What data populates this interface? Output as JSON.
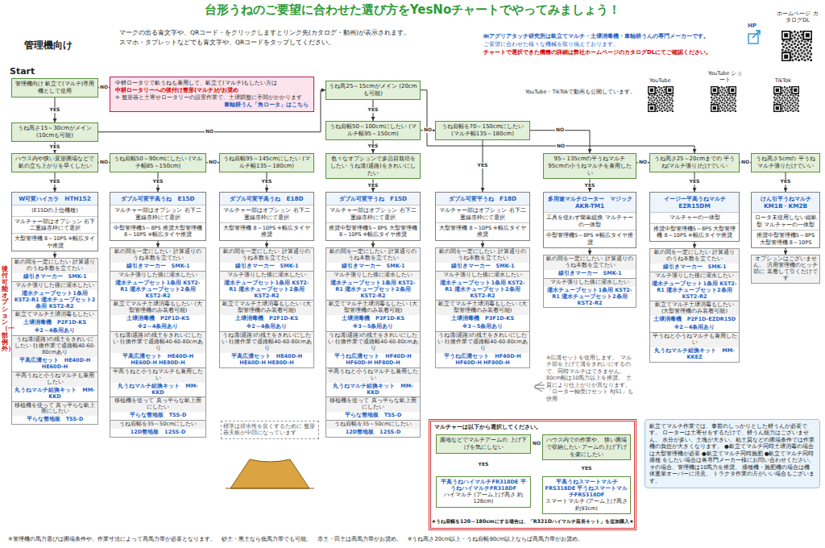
{
  "diagram": {
    "title": "台形うねのご要望に合わせた選び方をYesNoチャートでやってみましょう！",
    "nodes": [
      {
        "text": [
          "管理機向け 畝立て(マルチ)専用機として使用"
        ]
      },
      {
        "text": [
          "中耕ロータリで畝うねも兼用して、畝立て(マルチ)もしたい方は",
          "中耕ロータリーへの後付け整形(マルチ)がお奨め",
          "※ 整形器と土寄せロータリーの設置作業で、土壌調整に手間がかかります",
          "車軸耕うん「角ロータ」はこちら"
        ]
      },
      {
        "text": [
          "うね高25～15cmがメイン (20cmも可能)"
        ]
      },
      {
        "text": [
          "うね高さ15～30cmがメイン (10cmも可能)"
        ]
      },
      {
        "text": [
          "うね肩幅50～100cmにしたい (マルチ幅95～150cm)"
        ]
      },
      {
        "text": [
          "うね肩幅を70～150cmにしたい (マルチ幅135～180cm)"
        ]
      },
      {
        "text": [
          "ハウス内や狭い変形圃場などで 畝の立ち上がりを早くしたい"
        ]
      },
      {
        "text": [
          "うね肩幅50～90cmにしたい (マルチ幅85～150cm)"
        ]
      },
      {
        "text": [
          "うね肩幅95～145cmにしたい (マルチ幅135～180cm)"
        ]
      },
      {
        "text": [
          "色々なオプションで多品目栽培をしたい うね溝(通路)をきれいにしたい"
        ]
      },
      {
        "text": [
          "95～135cmの平うねマルチ 95cmの小うねマルチを兼用したい"
        ]
      },
      {
        "text": [
          "うね高さ25～20cmまでの 平うね(マルチ張り)だけでいい"
        ]
      },
      {
        "text": [
          "うね高さ5cmの 平うねマルチ張りだけでいい"
        ]
      },
      {
        "text": [
          "W可変ハイカラ　HTH152",
          "(E15Dの上位機種)",
          "マルチャー部はオプション 右下二重線赤枠にて選択",
          "大型管理機 8～10PS ※幅広タイヤ推奨"
        ]
      },
      {
        "text": [
          "ダブル可変平高うね　E15D",
          "マルチャー部はオプション 右下二重線赤枠にて選択",
          "中型管理機5～8PS 推奨大型管理機 8～10PS ※幅広タイヤ推奨"
        ]
      },
      {
        "text": [
          "ダブル可変平高うね　E18D",
          "マルチャー部はオプション 右下二重線赤枠にて選択",
          "大型管理機 8～10PS ※幅広タイヤ推奨"
        ]
      },
      {
        "text": [
          "ダブル可変平うね　F15D",
          "マルチャー部はオプション 右下二重線赤枠にて選択",
          "推奨中型管理機5～8PS 大型管理機 8～10PS ※幅広タイヤ推奨"
        ]
      },
      {
        "text": [
          "ダブル可変平うね　F18D",
          "マルチャー部はオプション 右下二重線赤枠にて選択",
          "大型管理機 8～10PS ※幅広タイヤ推奨"
        ]
      },
      {
        "text": [
          "多用途マルチローター　マジック AKR-TM1",
          "工具を使わず簡単組換 マルチャーの一体型",
          "中型管理機5～8PS ※幅広タイヤ推奨"
        ]
      },
      {
        "text": [
          "イージー平高うねマルチ EZR15DM",
          "マルチャーの一体型",
          "推奨中型管理機5～8PS 大型管理機 8～10PS ※幅広タイヤ推奨"
        ]
      },
      {
        "text": [
          "けん引平うねマルチ KM1B・KM2B",
          "ロータ未使用しない縦畝型 マルチャーの一体型",
          "推奨中型管理機5～8PS 大型管理機 8～10PS"
        ]
      },
      {
        "text": [
          "畝の間を一定にしたい 計算通りのうね本数を立てたい",
          "線引きマーカー　SMK-1"
        ]
      },
      {
        "text": [
          "マルチ張りした後に灌水したい",
          "灌水チューブセット1条用 KST2-R1 灌水チューブセット2条用 KST2-R2"
        ]
      },
      {
        "text": [
          "畝立てマルチ土壌消毒もしたい",
          "土壌消毒機　P2F1D-KS",
          "※2～4条用あり"
        ]
      },
      {
        "text": [
          "うね溝(通路)の残土をきれいにしたい 往復作業で通路幅40-60-80cmあり",
          "平高広溝セット　HE40D-H HE60D-H"
        ]
      },
      {
        "text": [
          "平高うねと小うねマルチも兼用したい",
          "丸うねマルチ組換キット　MM-KKD"
        ]
      },
      {
        "text": [
          "移植機を使って 真っ平らな畝上面にしたい",
          "平らな整地板　TSS-D"
        ]
      },
      {
        "text": [
          "畝の間を一定にしたい 計算通りのうね本数を立てたい",
          "線引きマーカー　SMK-1"
        ]
      },
      {
        "text": [
          "マルチ張りした後に灌水したい",
          "灌水チューブセット1条用 KST2-R1 灌水チューブセット2条用 KST2-R2"
        ]
      },
      {
        "text": [
          "畝立てマルチ土壌消毒もしたい (大型管理機のみ装着可能)",
          "土壌消毒機　P2F1D-KS",
          "※2～4条用あり"
        ]
      },
      {
        "text": [
          "うね溝(通路)の残土をきれいにしたい 往復作業で通路幅40-60-80cmあり",
          "平高広溝セット　HE40D-H HE60D-H HE80D-H"
        ]
      },
      {
        "text": [
          "平高うねと小うねマルチも兼用したい",
          "丸うねマルチ組換キット　MM-KKD"
        ]
      },
      {
        "text": [
          "移植機を使って 真っ平らな畝上面にしたい",
          "平らな整地板　TSS-D"
        ]
      },
      {
        "text": [
          "うね肩幅を35～50cmにしたい",
          "12D整地板　12SS-D"
        ]
      },
      {
        "text": [
          "畝の間を一定にしたい 計算通りのうね本数を立てたい",
          "線引きマーカー　SMK-1"
        ]
      },
      {
        "text": [
          "マルチ張りした後に灌水したい",
          "灌水チューブセット1条用 KST2-R1 灌水チューブセット2条用 KST2-R2"
        ]
      },
      {
        "text": [
          "畝立てマルチ土壌消毒もしたい (大型管理機のみ装着可能)",
          "土壌消毒機　P2F1D-KS",
          "※2～4条用あり"
        ]
      },
      {
        "text": [
          "うね溝(通路)の残土をきれいにしたい 往復作業で通路幅40-60-80cmあり",
          "平高広溝セット　HE40D-H HE60D-H HE80D-H"
        ]
      },
      {
        "text": [
          "畝の間を一定にしたい 計算通りのうね本数を立てたい",
          "線引きマーカー　SMK-1"
        ]
      },
      {
        "text": [
          "マルチ張りした後に灌水したい",
          "灌水チューブセット1条用 KST2-R1 灌水チューブセット2条用 KST2-R2"
        ]
      },
      {
        "text": [
          "畝立てマルチ土壌消毒もしたい (大型管理機のみ装着可能)",
          "土壌消毒機　P3F1D-KS",
          "※3～5条用あり"
        ]
      },
      {
        "text": [
          "うね溝(通路)の残土をきれいにしたい 往復作業で通路幅40-60-80cmあり",
          "平うね広溝セット　HF40D-H HF60D-H HF80D-H"
        ]
      },
      {
        "text": [
          "平高うねと小うねマルチも兼用したい",
          "丸うねマルチ組換キット　MM-KKD"
        ]
      },
      {
        "text": [
          "移植機を使って 真っ平らな畝上面にしたい",
          "平らな整地板　TSS-D"
        ]
      },
      {
        "text": [
          "うね肩幅を35～50cmにしたい",
          "12D整地板　12SS-D"
        ]
      },
      {
        "text": [
          "畝の間を一定にしたい 計算通りのうね本数を立てたい",
          "線引きマーカー　SMK-1"
        ]
      },
      {
        "text": [
          "マルチ張りした後に灌水したい",
          "灌水チューブセット1条用 KST2-R1 灌水チューブセット2条用 KST2-R2"
        ]
      },
      {
        "text": [
          "畝立てマルチ土壌消毒もしたい (大型管理機のみ装着可能)",
          "土壌消毒機　P3F1D-KS",
          "※3～5条用あり"
        ]
      },
      {
        "text": [
          "うね溝(通路)の残土をきれいにしたい 往復作業で通路幅40-60-80cmあり",
          "平うね広溝セット　HF40D-H HF60D-H HF80D-H"
        ]
      },
      {
        "text": [
          "畝の間を一定にしたい 計算通りのうね本数を立てたい",
          "線引きマーカー　SMK-1"
        ]
      },
      {
        "text": [
          "マルチ張りした後に灌水したい",
          "灌水チューブセット1条用 KST2-R1 灌水チューブセット2条用 KST2-R2"
        ]
      },
      {
        "text": [
          "畝の間を一定にしたい 計算通りのうね本数を立てたい",
          "線引きマーカー　SMK-1"
        ]
      },
      {
        "text": [
          "マルチ張りした後に灌水したい",
          "灌水チューブセット1条用 KST2-R1 灌水チューブセット2条用 KST2-R2"
        ]
      },
      {
        "text": [
          "畝立てマルチ土壌消毒もしたい (大型管理機のみ装着可能)",
          "土壌消毒機　P2F1D-EZDR15D",
          "※2～4条用あり"
        ]
      },
      {
        "text": [
          "平うねと小うねマルチも兼用したい",
          "丸うねマルチ組換キット　MM-KKEZ"
        ]
      },
      {
        "text": [
          "オプションはございません。 汎用管理機のヒッチ部に 装着して引くだけです"
        ]
      },
      {
        "text": [
          "マルチャーは以下から選択してください。",
          "★うね肩幅を120～180cmにする場合は、「R321Dハイマルチ延長キット」を追加購入★"
        ]
      },
      {
        "text": [
          "露地などでマルチアームの 上げ下げを気にしない"
        ],
        "in": 56
      },
      {
        "text": [
          "ハウス内での作業や、 狭い圃場で収納したい アームの上げ下げを楽にしたい"
        ],
        "in": 56
      },
      {
        "text": [
          "平高うねハイマルチFR318DE 平うねハイマルチFR318DF",
          "ハイマルチ (アーム上げ高さ 約128cm)"
        ],
        "in": 56
      },
      {
        "text": [
          "平高うねスマートマルチFRS318DE 平うねスマートマルチFRS318DF",
          "スマートマルチ (アーム上げ高さ 約93cm)"
        ],
        "in": 56
      },
      {
        "text": [
          "畝立てマルチ作業では、事前のしっかりとした耕うんが必要です。 ローターは土寄せをするだけで、耕うん能力はございません。 水分が多い、土塊が大きい、粘土質などの圃場条件では作業機の負担が大きくなります。 ●畝立てマルチ同時土壌消毒の場合は大型管理機が必要 ●畝立てマルチ同時施肥 ●畝立てマルチ同時播種 をしたい場合は各専門メーカー様にお問い合わせください。 その場合、管理機は10馬力を推奨。 播種機・施肥機の場合は機体重量オーバーに注意。 トラクタ作業の方がいい場合もございます。"
        ]
      }
    ],
    "edges": [
      {
        "from": 0,
        "to": 3,
        "label": "YES",
        "arrow": "to"
      },
      {
        "from": 0,
        "to": 1,
        "label": "NO",
        "arrow": "to"
      },
      {
        "from": 3,
        "to": 2,
        "label": "NO",
        "arrow": "to"
      },
      {
        "from": 3,
        "to": 6,
        "label": "YES",
        "arrow": "to"
      },
      {
        "from": 6,
        "to": 7,
        "label": "NO",
        "arrow": "to"
      },
      {
        "from": 7,
        "to": 8,
        "label": "NO",
        "arrow": "to"
      },
      {
        "from": 6,
        "to": 13,
        "label": "YES",
        "arrow": "to"
      },
      {
        "from": 7,
        "to": 14,
        "label": "YES",
        "arrow": "to"
      },
      {
        "from": 8,
        "to": 15,
        "label": "YES",
        "arrow": "to"
      },
      {
        "from": 2,
        "to": 4,
        "label": "YES",
        "arrow": "to"
      },
      {
        "from": 2,
        "to": 11,
        "label": "NO",
        "arrow": "to"
      },
      {
        "from": 4,
        "to": 9,
        "label": "YES",
        "arrow": "to"
      },
      {
        "from": 4,
        "to": 5,
        "label": "NO",
        "arrow": "to"
      },
      {
        "from": 9,
        "to": 16,
        "label": "YES",
        "arrow": "to"
      },
      {
        "from": 5,
        "to": 17,
        "label": "YES",
        "arrow": "to"
      },
      {
        "from": 5,
        "to": 10,
        "label": "NO",
        "arrow": "to"
      },
      {
        "from": 10,
        "to": 18,
        "label": "YES",
        "arrow": "to"
      },
      {
        "from": 10,
        "to": 11,
        "label": "NO",
        "arrow": "to"
      },
      {
        "from": 11,
        "to": 19,
        "label": "YES",
        "arrow": "to"
      },
      {
        "from": 11,
        "to": 12,
        "label": "NO",
        "arrow": "to"
      },
      {
        "from": 12,
        "to": 20,
        "label": "YES",
        "arrow": "to"
      },
      {
        "from": 13,
        "to": 21,
        "arrow": "to"
      },
      {
        "from": 14,
        "to": 27,
        "arrow": "to"
      },
      {
        "from": 15,
        "to": 34,
        "arrow": "to"
      },
      {
        "from": 16,
        "to": 38,
        "arrow": "to"
      },
      {
        "from": 17,
        "to": 45,
        "arrow": "to"
      },
      {
        "from": 18,
        "to": 49,
        "arrow": "to"
      },
      {
        "from": 19,
        "to": 51,
        "arrow": "to"
      },
      {
        "from": 20,
        "to": 55,
        "arrow": "to"
      },
      {
        "from": 57,
        "to": 59,
        "label": "YES",
        "arrow": "to"
      },
      {
        "from": 57,
        "to": 58,
        "label": "NO",
        "arrow": "to"
      },
      {
        "from": 58,
        "to": 60,
        "label": "YES",
        "arrow": "to"
      }
    ],
    "labels": [
      "管理機向け",
      "マークの出る青文字や、QRコード・をクリックしますとリンク先(カタログ・動画)が表示されます。",
      "スマホ・タブレットなどでも青文字や、QRコードをタップしてください。",
      "㈱アグリアタッチ研究所は畝立てマルチ・土壌消毒機・車軸耕うんの専門メーカーです。",
      "ご要望に合わせた様々な機械を取り揃えております。",
      "チャートで選択できた機種の詳細は弊社ホームページのカタログDLにてご確認ください。",
      "ホームページ カタログDL",
      "HP",
      "YouTube・TikTokで動画も公開しています。",
      "YouTube",
      "YouTube ショート",
      "TikTok",
      "Start",
      "後付可能オプション（一部例外）",
      "標準は排水性を良くするために 整形器天板が中凹になっています",
      "※広溝セットを使用します。 マルチ部を上げて溝をきれいにするので、同時マルチはできません。 80cm幅は10馬力以上を推奨。 土質により仕上がりが異なります。 「ローター軸受けセット RJS1」も併用",
      "※管理機の馬力選びは圃場条件や、作業寸法によって高馬力帯が必要となります。　砂土・黒土なら低馬力帯でも可能。　赤土・田土は高馬力帯がお奨め。　※うね高さ20cm以上・うね肩幅90cm以上ならば高馬力帯がお奨め。"
    ]
  }
}
